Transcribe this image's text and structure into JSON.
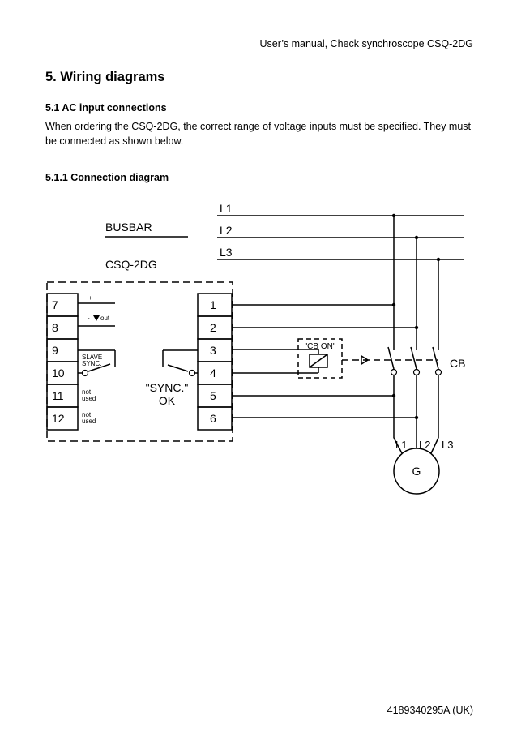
{
  "header": {
    "title": "User’s manual, Check synchroscope CSQ-2DG"
  },
  "section": {
    "title": "5. Wiring diagrams"
  },
  "subsection": {
    "title": "5.1 AC input connections",
    "text": "When ordering the CSQ-2DG, the correct range of voltage inputs must be specified. They must be connected as shown below."
  },
  "subsubsection": {
    "title": "5.1.1 Connection diagram"
  },
  "diagram": {
    "busbar_label": "BUSBAR",
    "device_label": "CSQ-2DG",
    "lines": [
      "L1",
      "L2",
      "L3"
    ],
    "left_terminals": [
      "7",
      "8",
      "9",
      "10",
      "11",
      "12"
    ],
    "right_terminals": [
      "1",
      "2",
      "3",
      "4",
      "5",
      "6"
    ],
    "plus_label": "+",
    "minus_label": "-",
    "out_label": "out",
    "slave_sync": [
      "SLAVE",
      "SYNC."
    ],
    "not_used": [
      "not",
      "used"
    ],
    "sync_ok": [
      "\"SYNC.\"",
      "OK"
    ],
    "cb_on": "\"CB ON\"",
    "cb": "CB",
    "generator_lines": [
      "L1",
      "L2",
      "L3"
    ],
    "generator": "G"
  },
  "footer": {
    "doc_number": "4189340295A (UK)"
  }
}
